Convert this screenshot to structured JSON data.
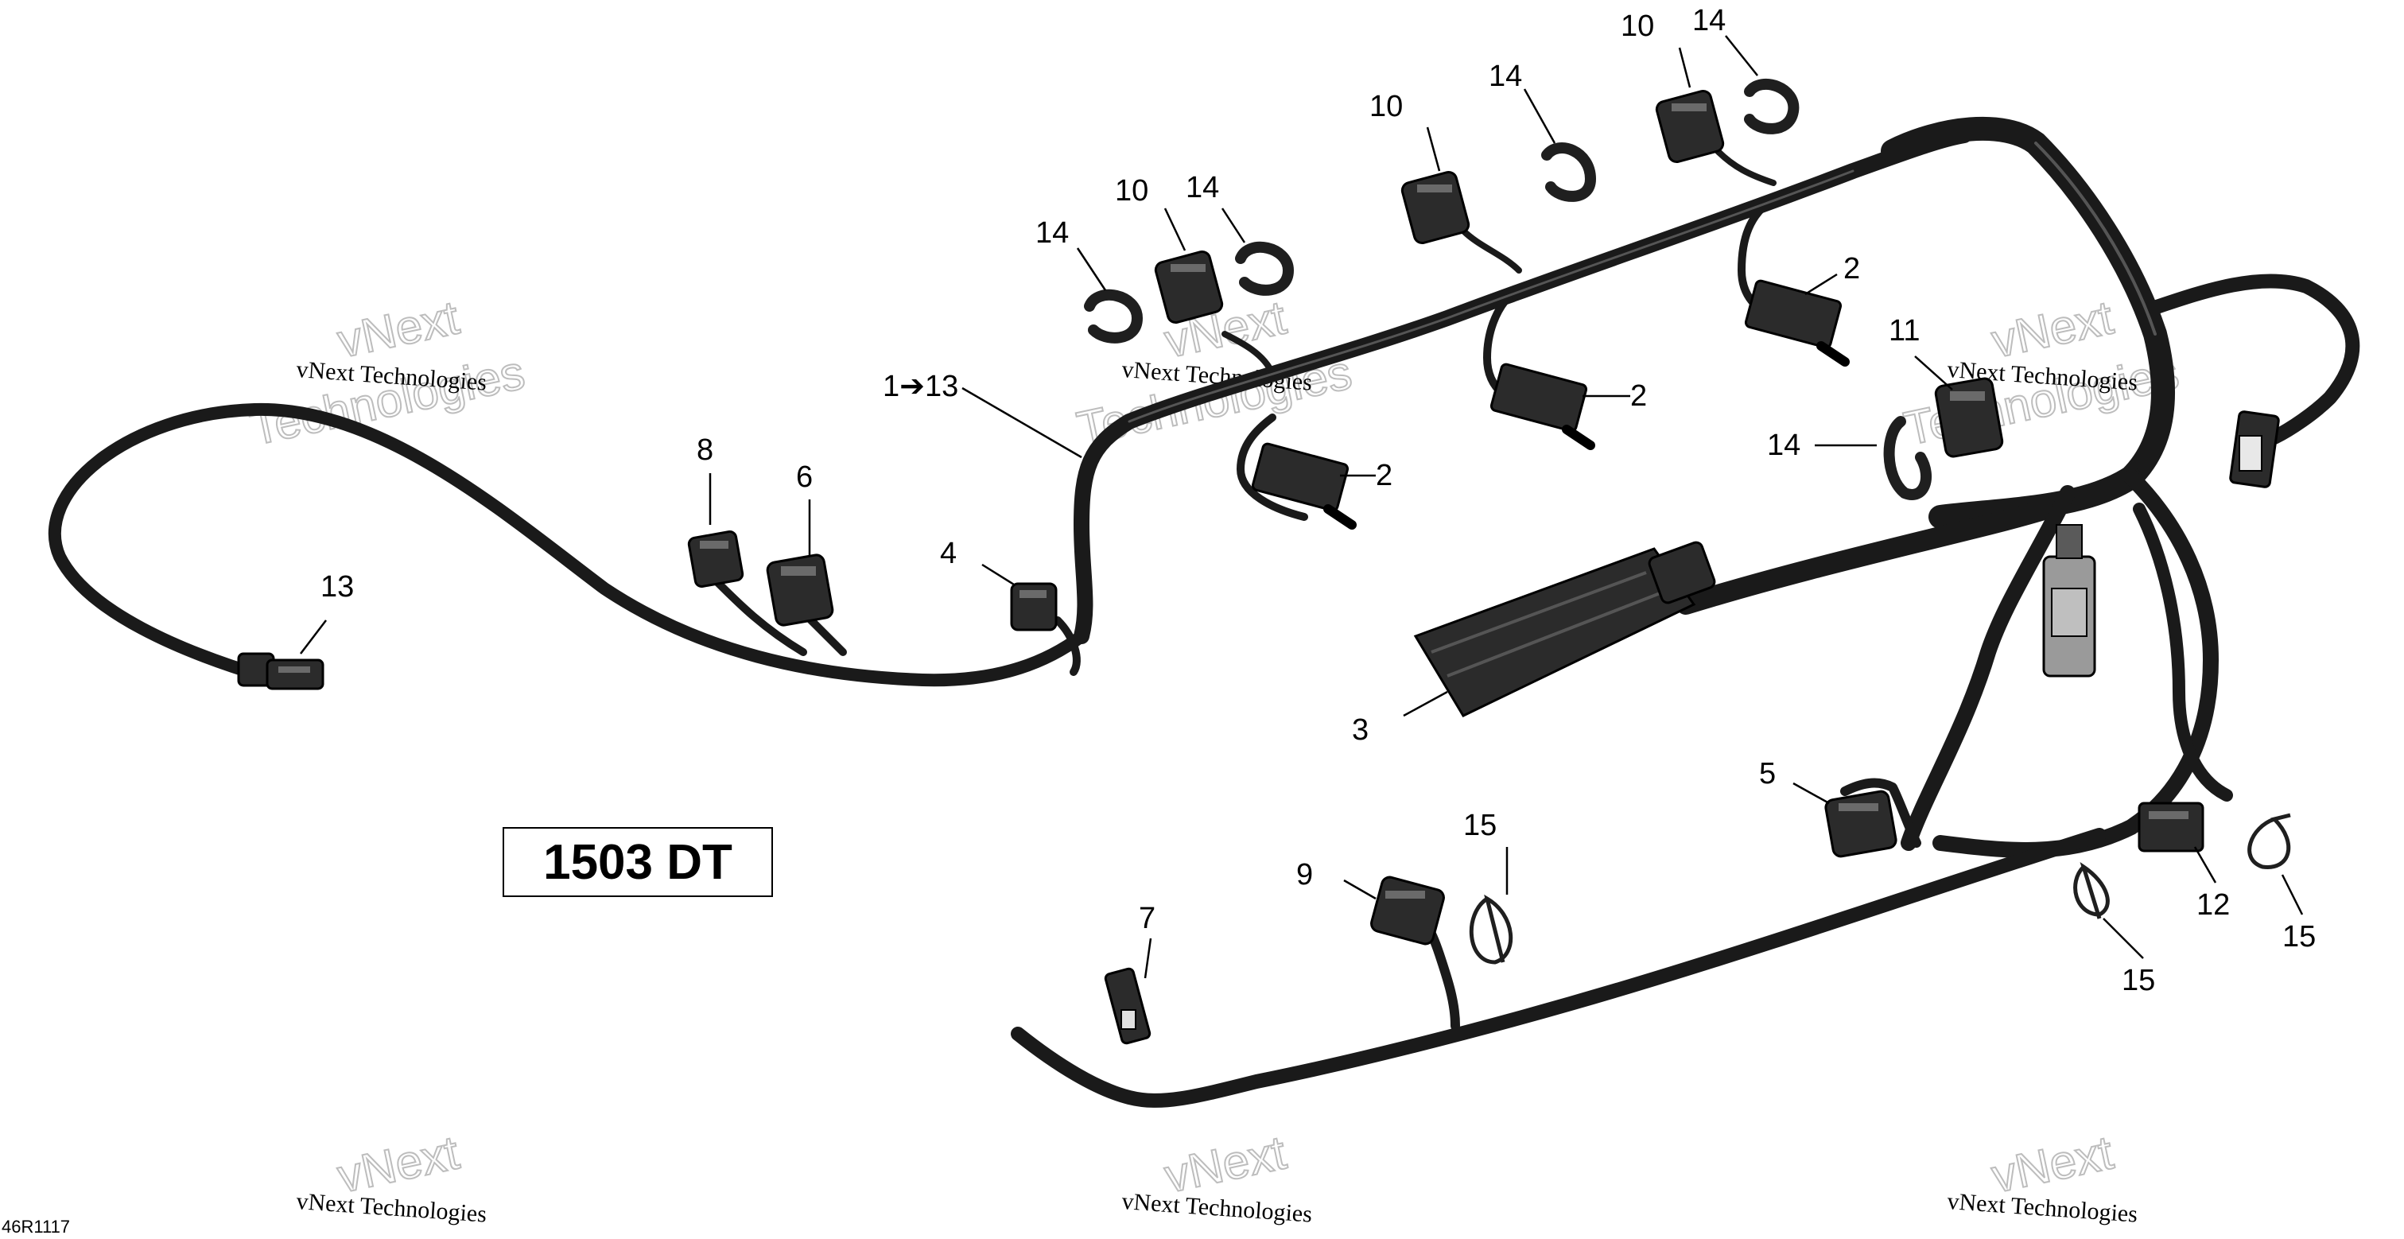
{
  "model_label": "1503 DT",
  "reference_code": "46R1117",
  "watermark": {
    "line1": "vNext",
    "line2": "Technologies",
    "caption": "vNext Technologies"
  },
  "callouts": {
    "c1to13": "1➔13",
    "c2": "2",
    "c3": "3",
    "c4": "4",
    "c5": "5",
    "c6": "6",
    "c7": "7",
    "c8": "8",
    "c9": "9",
    "c10": "10",
    "c11": "11",
    "c12": "12",
    "c13": "13",
    "c14": "14",
    "c15": "15"
  }
}
